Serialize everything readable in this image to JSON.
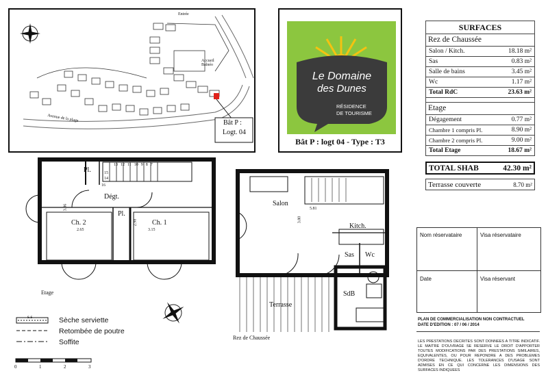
{
  "site_plan": {
    "entrance": "Entrée",
    "reception": "Accueil Balnéo",
    "road": "Avenue de la plage",
    "building_label_1": "Bât P :",
    "building_label_2": "Logt. 04"
  },
  "logo": {
    "line1": "Le Domaine",
    "line2": "des Dunes",
    "tag1": "RÉSIDENCE",
    "tag2": "DE TOURISME",
    "bg_color": "#8cc63f",
    "shield_color": "#3b3b3b",
    "sun_color": "#f5c211"
  },
  "caption": "Bât P : logt 04 - Type : T3",
  "surfaces": {
    "title": "SURFACES",
    "rdc_title": "Rez de Chaussée",
    "rdc_rows": [
      {
        "label": "Salon / Kitch.",
        "value": "18.18 m²"
      },
      {
        "label": "Sas",
        "value": "0.83 m²"
      },
      {
        "label": "Salle de bains",
        "value": "3.45 m²"
      },
      {
        "label": "Wc",
        "value": "1.17 m²"
      }
    ],
    "rdc_total_label": "Total RdC",
    "rdc_total_value": "23.63 m²",
    "etage_title": "Etage",
    "etage_rows": [
      {
        "label": "Dégagement",
        "value": "0.77 m²"
      },
      {
        "label": "Chambre 1 compris Pl.",
        "value": "8.90 m²"
      },
      {
        "label": "Chambre 2 compris Pl.",
        "value": "9.00 m²"
      }
    ],
    "etage_total_label": "Total Etage",
    "etage_total_value": "18.67 m²",
    "shab_label": "TOTAL SHAB",
    "shab_value": "42.30 m²",
    "terrasse_label": "Terrasse couverte",
    "terrasse_value": "8.70 m²"
  },
  "contract": {
    "nom_reservataire": "Nom réservataire",
    "visa_reservataire": "Visa réservataire",
    "date": "Date",
    "visa_reservant": "Visa réservant",
    "plan_title": "PLAN DE COMMERCIALISATION NON CONTRACTUEL",
    "edition": "DATE D'EDITION : 07 / 06 / 2014",
    "disclaimer": "LES PRESTATIONS DECRITES SONT DONNEES A TITRE INDICATIF. LE MAITRE D'OUVRAGE SE RESERVE LE DROIT D'APPORTER TOUTES MODIFICATIONS PAR DES PRESTATIONS SIMILAIRES, EQUIVALENTES, OU POUR REPONDRE A DES PROBLEMES D'ORDRE TECHNIQUE. LES TOLERANCES D'USAGE SONT ADMISES EN CE QUI CONCERNE LES DIMENSIONS DES SURFACES INDIQUEES"
  },
  "floor_etage": {
    "caption": "Etage",
    "pl1": "Pl.",
    "pl2": "Pl.",
    "degt": "Dégt.",
    "ch2": "Ch. 2",
    "ch2_dim": "2.65",
    "ch1": "Ch. 1",
    "ch1_dim": "3.15",
    "dim_left": "3.86",
    "dim_mid": "2.98",
    "stairs": [
      "13",
      "12",
      "11",
      "10",
      "9",
      "8",
      "7"
    ],
    "stair_14": "14",
    "stair_15": "15",
    "stair_16": "16"
  },
  "floor_rdc": {
    "caption": "Rez de Chaussée",
    "salon": "Salon",
    "salon_dim": "5.81",
    "dim_left": "3.80",
    "kitch": "Kitch.",
    "sas": "Sas",
    "wc": "Wc",
    "sdb": "SdB",
    "terrasse": "Terrasse"
  },
  "legend": {
    "ss": "s.s",
    "items": [
      "Sèche serviette",
      "Retombée de poutre",
      "Soffite"
    ],
    "scale": [
      "0",
      "1",
      "2",
      "3"
    ]
  }
}
